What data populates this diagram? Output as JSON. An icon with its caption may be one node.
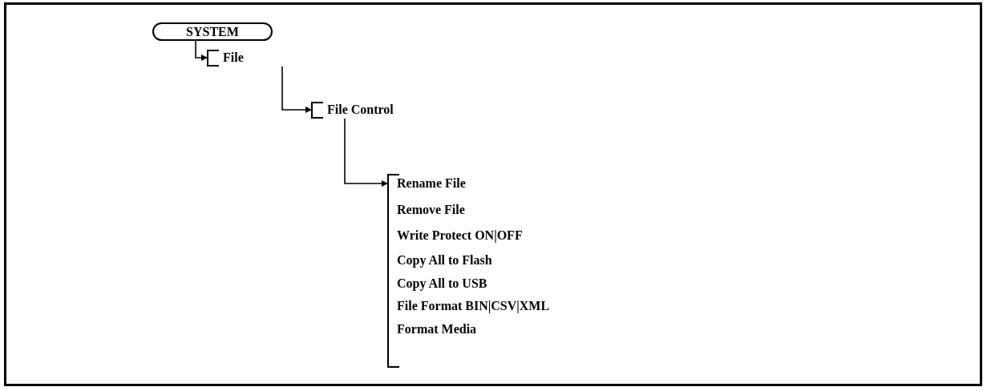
{
  "diagram": {
    "nodes": [
      {
        "text": [
          "SYSTEM"
        ]
      },
      {
        "text": [
          "File"
        ]
      },
      {
        "text": [
          "File Control"
        ]
      },
      {
        "text": [
          "Rename File",
          "Remove File",
          "Write Protect ON|OFF",
          "Copy All to Flash",
          "Copy All to USB",
          "File Format BIN|CSV|XML",
          "Format Media"
        ]
      }
    ],
    "edges": [
      {
        "from": 0,
        "to": 1,
        "arrow": "to"
      },
      {
        "from": 1,
        "to": 2,
        "arrow": "to"
      },
      {
        "from": 2,
        "to": 3,
        "arrow": "to"
      }
    ]
  }
}
